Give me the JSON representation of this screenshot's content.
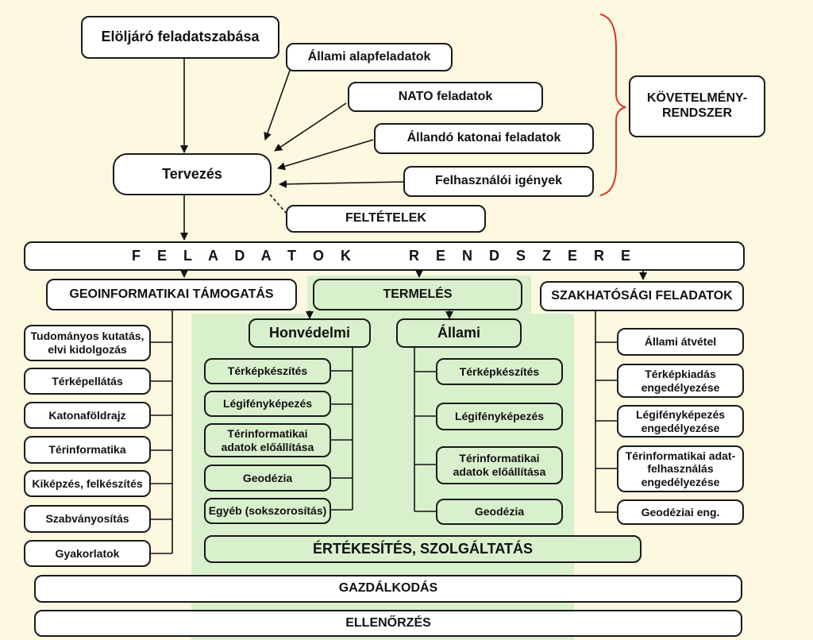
{
  "top": {
    "eloljaro": "Elöljáró feladatszabása",
    "allami_alap": "Állami alapfeladatok",
    "nato": "NATO feladatok",
    "allando": "Állandó katonai feladatok",
    "felhasznaloi": "Felhasználói igények",
    "kovetelmeny": "KÖVETELMÉNY-\nRENDSZER",
    "tervezes": "Tervezés",
    "feltetelek": "FELTÉTELEK",
    "feladatok_rendszere": "F E L A D A T O K     R E N D S Z E R E"
  },
  "geo": {
    "title": "GEOINFORMATIKAI TÁMOGATÁS",
    "items": [
      "Tudományos kutatás,\nelvi kidolgozás",
      "Térképellátás",
      "Katonaföldrajz",
      "Térinformatika",
      "Kiképzés, felkészítés",
      "Szabványosítás",
      "Gyakorlatok"
    ]
  },
  "termeles": {
    "title": "TERMELÉS",
    "honvedelmi": {
      "title": "Honvédelmi",
      "items": [
        "Térképkészítés",
        "Légifényképezés",
        "Térinformatikai\nadatok előállítása",
        "Geodézia",
        "Egyéb (sokszorosítás)"
      ]
    },
    "allami": {
      "title": "Állami",
      "items": [
        "Térképkészítés",
        "Légifényképezés",
        "Térinformatikai\nadatok előállítása",
        "Geodézia"
      ]
    }
  },
  "szakhatosagi": {
    "title": "SZAKHATÓSÁGI FELADATOK",
    "items": [
      "Állami átvétel",
      "Térképkiadás\nengedélyezése",
      "Légifényképezés\nengedélyezése",
      "Térinformatikai adat-\nfelhasználás\nengedélyezése",
      "Geodéziai eng."
    ]
  },
  "bottom": {
    "ertekesites": "ÉRTÉKESÍTÉS, SZOLGÁLTATÁS",
    "gazdalkodas": "GAZDÁLKODÁS",
    "ellenorzes": "ELLENŐRZÉS"
  },
  "colors": {
    "background": "#fdf8e0",
    "green": "#d9f0cc",
    "brace": "#d9342b"
  }
}
